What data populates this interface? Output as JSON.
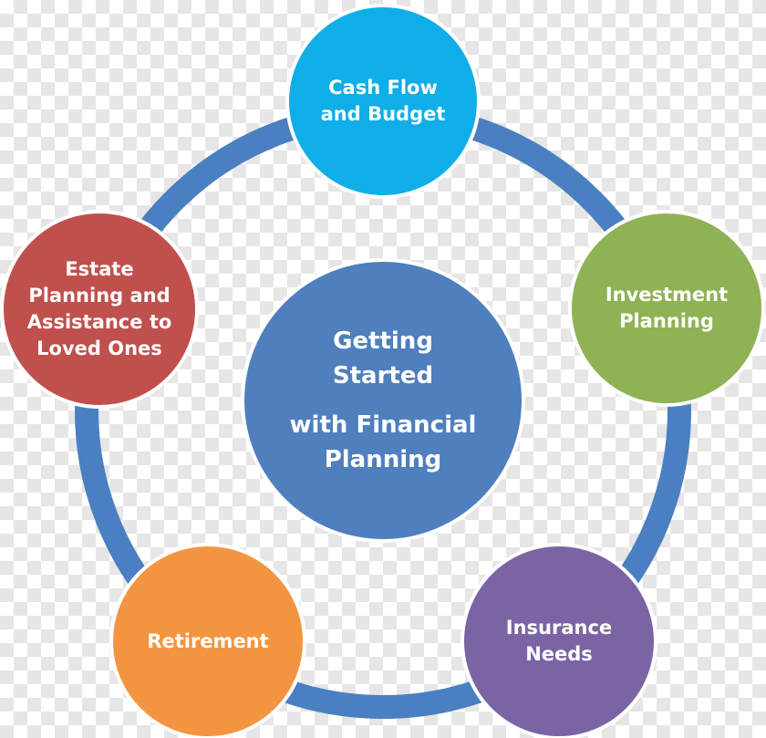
{
  "diagram": {
    "colors": {
      "ring": "#4a7fc1",
      "border": "#ffffff"
    },
    "center": {
      "lines_top": [
        "Getting",
        "Started"
      ],
      "lines_bottom": [
        "with Financial",
        "Planning"
      ],
      "color": "#4f7fbd"
    },
    "nodes": [
      {
        "name": "cash-flow",
        "lines": [
          "Cash Flow",
          "and Budget"
        ],
        "color": "#10aee8"
      },
      {
        "name": "investment",
        "lines": [
          "Investment",
          "Planning"
        ],
        "color": "#8fb255"
      },
      {
        "name": "insurance",
        "lines": [
          "Insurance",
          "Needs"
        ],
        "color": "#7b64a4"
      },
      {
        "name": "retirement",
        "lines": [
          "Retirement"
        ],
        "color": "#f39540"
      },
      {
        "name": "estate",
        "lines": [
          "Estate",
          "Planning and",
          "Assistance to",
          "Loved Ones"
        ],
        "color": "#c0504d"
      }
    ]
  }
}
